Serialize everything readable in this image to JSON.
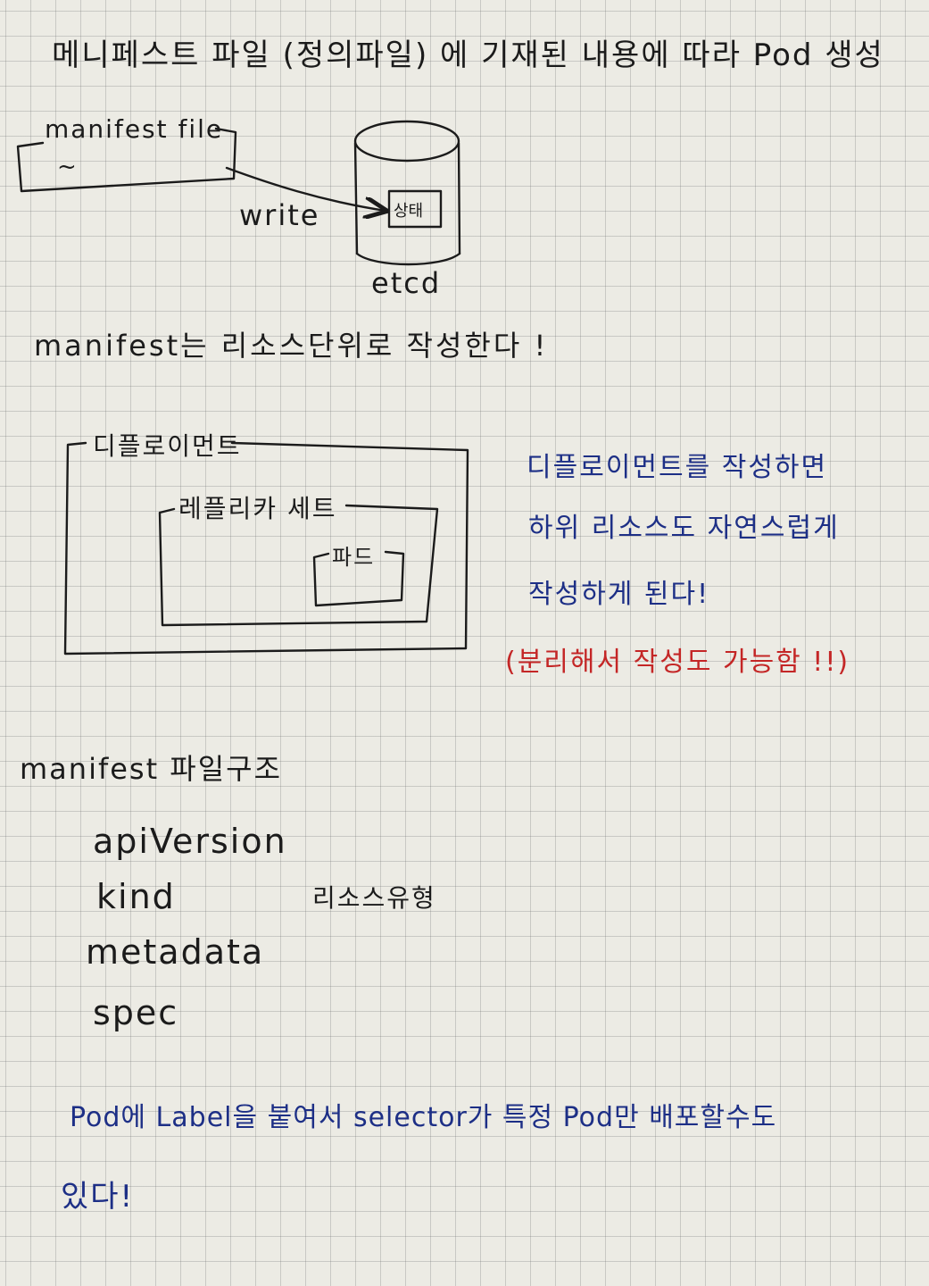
{
  "notes": {
    "title": "메니페스트 파일 (정의파일) 에 기재된 내용에 따라 Pod 생성",
    "manifest_box_label": "manifest file",
    "manifest_box_content": "~",
    "write_label": "write",
    "state_label": "상태",
    "etcd_label": "etcd",
    "resource_unit_line": "manifest는 리소스단위로 작성한다 !",
    "deployment_label": "디플로이먼트",
    "replicaset_label": "레플리카 세트",
    "pod_label": "파드",
    "side_note": {
      "line1": "디플로이먼트를 작성하면",
      "line2": "하위 리소스도 자연스럽게",
      "line3": "작성하게 된다!",
      "red_note": "(분리해서 작성도 가능함 !!)"
    },
    "structure_title": "manifest 파일구조",
    "fields": [
      "apiVersion",
      "kind",
      "metadata",
      "spec"
    ],
    "resource_type_label": "리소스유형",
    "label_note": {
      "line1": "Pod에 Label을 붙여서 selector가 특정 Pod만 배포할수도",
      "line2": "있다!"
    }
  },
  "ink_colors": {
    "black": "#1b1b1b",
    "blue": "#1d2f86",
    "red": "#c42626",
    "grid": "#6e6e6e",
    "paper": "#ecebe4"
  }
}
